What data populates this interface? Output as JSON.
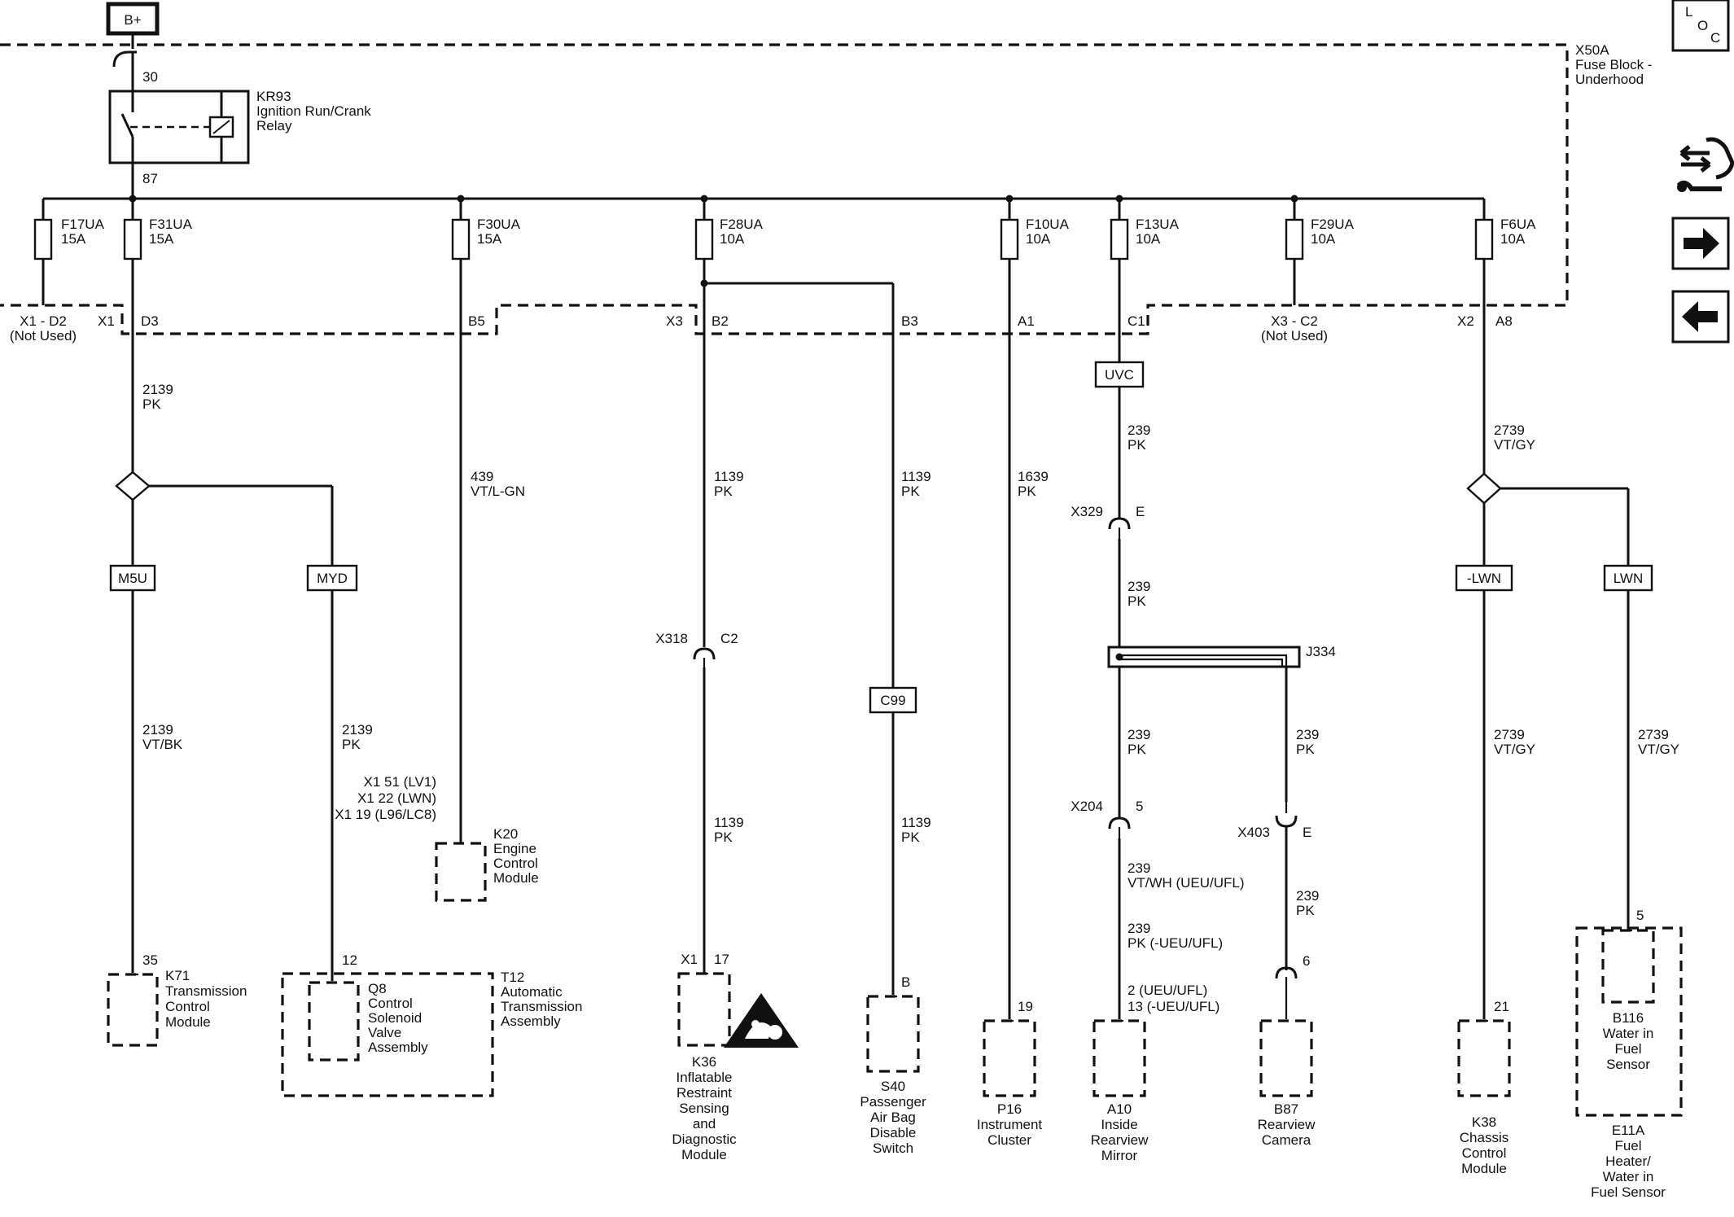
{
  "power": {
    "label": "B+"
  },
  "fuse_block": {
    "line1": "X50A",
    "line2": "Fuse Block -",
    "line3": "Underhood"
  },
  "relay": {
    "name": "KR93",
    "desc1": "Ignition Run/Crank",
    "desc2": "Relay",
    "pin_in": "30",
    "pin_out": "87"
  },
  "fuses": [
    {
      "name": "F17UA",
      "rating": "15A"
    },
    {
      "name": "F31UA",
      "rating": "15A"
    },
    {
      "name": "F30UA",
      "rating": "15A"
    },
    {
      "name": "F28UA",
      "rating": "10A"
    },
    {
      "name": "F10UA",
      "rating": "10A"
    },
    {
      "name": "F13UA",
      "rating": "10A"
    },
    {
      "name": "F29UA",
      "rating": "10A"
    },
    {
      "name": "F6UA",
      "rating": "10A"
    }
  ],
  "connector_labels": {
    "x1_d2": "X1 - D2",
    "not_used_1": "(Not Used)",
    "x1": "X1",
    "d3": "D3",
    "b5": "B5",
    "x3": "X3",
    "b2": "B2",
    "b3": "B3",
    "a1": "A1",
    "c1": "C1",
    "x3_c2": "X3 - C2",
    "not_used_2": "(Not Used)",
    "x2": "X2",
    "a8": "A8"
  },
  "options": {
    "uvc": "UVC",
    "m5u": "M5U",
    "myd": "MYD",
    "c99": "C99",
    "not_lwn": "-LWN",
    "lwn": "LWN"
  },
  "wires": {
    "w2139_pk": [
      "2139",
      "PK"
    ],
    "w2139_vtbk": [
      "2139",
      "VT/BK"
    ],
    "w2139_pk2": [
      "2139",
      "PK"
    ],
    "w439": [
      "439",
      "VT/L-GN"
    ],
    "w1139_a": [
      "1139",
      "PK"
    ],
    "w1139_b": [
      "1139",
      "PK"
    ],
    "w1139_c": [
      "1139",
      "PK"
    ],
    "w1139_d": [
      "1139",
      "PK"
    ],
    "w1639": [
      "1639",
      "PK"
    ],
    "w239_a": [
      "239",
      "PK"
    ],
    "w239_b": [
      "239",
      "PK"
    ],
    "w239_c": [
      "239",
      "PK"
    ],
    "w239_d": [
      "239",
      "PK"
    ],
    "w239_e": [
      "239",
      "PK"
    ],
    "w239_vtwh": [
      "239",
      "VT/WH (UEU/UFL)"
    ],
    "w239_pk_opt": [
      "239",
      "PK  (-UEU/UFL)"
    ],
    "w2739_a": [
      "2739",
      "VT/GY"
    ],
    "w2739_b": [
      "2739",
      "VT/GY"
    ],
    "w2739_c": [
      "2739",
      "VT/GY"
    ]
  },
  "inline_connectors": {
    "x318": "X318",
    "x318_pin": "C2",
    "x329": "X329",
    "x329_pin": "E",
    "x204": "X204",
    "x204_pin": "5",
    "x403": "X403",
    "x403_pin": "E",
    "cam_pin": "6",
    "j334": "J334"
  },
  "k20": {
    "pins": [
      "X1  51 (LV1)",
      "X1  22 (LWN)",
      "X1  19 (L96/LC8)"
    ],
    "name": "K20",
    "desc": [
      "Engine",
      "Control",
      "Module"
    ]
  },
  "components": {
    "k71": {
      "pin": "35",
      "name": "K71",
      "desc": [
        "Transmission",
        "Control",
        "Module"
      ]
    },
    "q8": {
      "pin": "12",
      "name": "Q8",
      "desc": [
        "Control",
        "Solenoid",
        "Valve",
        "Assembly"
      ]
    },
    "t12": {
      "name": "T12",
      "desc": [
        "Automatic",
        "Transmission",
        "Assembly"
      ]
    },
    "k36": {
      "conn": "X1",
      "pin": "17",
      "name": "K36",
      "desc": [
        "Inflatable",
        "Restraint",
        "Sensing",
        "and",
        "Diagnostic",
        "Module"
      ]
    },
    "s40": {
      "pin": "B",
      "name": "S40",
      "desc": [
        "Passenger",
        "Air Bag",
        "Disable",
        "Switch"
      ]
    },
    "p16": {
      "pin": "19",
      "name": "P16",
      "desc": [
        "Instrument",
        "Cluster"
      ]
    },
    "a10": {
      "pins": [
        "2 (UEU/UFL)",
        "13 (-UEU/UFL)"
      ],
      "name": "A10",
      "desc": [
        "Inside",
        "Rearview",
        "Mirror"
      ]
    },
    "b87": {
      "name": "B87",
      "desc": [
        "Rearview",
        "Camera"
      ]
    },
    "k38": {
      "pin": "21",
      "name": "K38",
      "desc": [
        "Chassis",
        "Control",
        "Module"
      ]
    },
    "b116": {
      "pin": "5",
      "name": "B116",
      "desc": [
        "Water in",
        "Fuel",
        "Sensor"
      ]
    },
    "e11a": {
      "name": "E11A",
      "desc": [
        "Fuel",
        "Heater/",
        "Water in",
        "Fuel Sensor"
      ]
    }
  },
  "loc_icon": {
    "l": "L",
    "o": "O",
    "c": "C"
  },
  "icons": {
    "connector_view": "connector-view-icon",
    "next": "arrow-right-icon",
    "prev": "arrow-left-icon"
  }
}
